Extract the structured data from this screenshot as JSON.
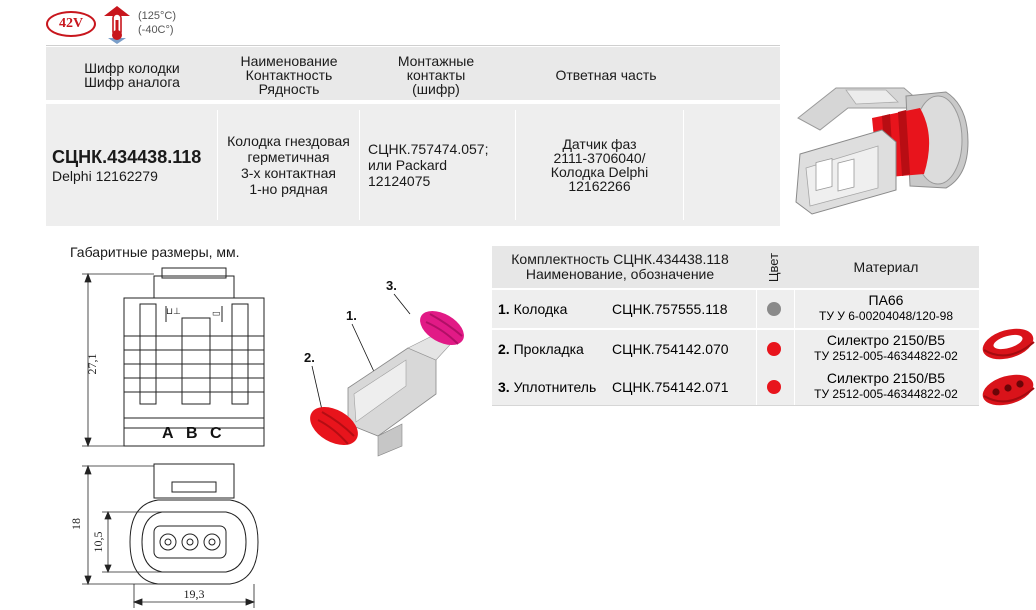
{
  "badge": {
    "voltage": "42V",
    "temp_high": "(125°C)",
    "temp_low": "(-40C°)"
  },
  "spec_table": {
    "headers": {
      "col1": [
        "Шифр колодки",
        "Шифр аналога"
      ],
      "col2": [
        "Наименование",
        "Контактность",
        "Рядность"
      ],
      "col3": [
        "Монтажные",
        "контакты",
        "(шифр)"
      ],
      "col4": [
        "Ответная часть"
      ]
    },
    "row": {
      "code": "СЦНК.434438.118",
      "analog": "Delphi 12162279",
      "description": [
        "Колодка гнездовая",
        "герметичная",
        "3-х контактная",
        "1-но рядная"
      ],
      "contacts": [
        "СЦНК.757474.057;",
        "или Packard",
        "12124075"
      ],
      "mate": [
        "Датчик фаз",
        "2111-3706040/",
        "Колодка Delphi",
        "12162266"
      ]
    }
  },
  "dims": {
    "title": "Габаритные размеры, мм.",
    "height": "27,1",
    "depth": "18",
    "inner": "10,5",
    "width": "19,3",
    "pins": [
      "A",
      "B",
      "C"
    ]
  },
  "exploded_labels": [
    "1.",
    "2.",
    "3."
  ],
  "kit_table": {
    "header": {
      "title_line1": "Комплектность СЦНК.434438.118",
      "title_line2": "Наименование, обозначение",
      "color": "Цвет",
      "material": "Материал"
    },
    "rows": [
      {
        "num": "1.",
        "name": "Колодка",
        "code": "СЦНК.757555.118",
        "color": "#8a8a8a",
        "material": "ПА66",
        "spec": "ТУ У 6-00204048/120-98"
      },
      {
        "num": "2.",
        "name": "Прокладка",
        "code": "СЦНК.754142.070",
        "color": "#e8141c",
        "material": "Силектро 2150/В5",
        "spec": "ТУ 2512-005-46344822-02"
      },
      {
        "num": "3.",
        "name": "Уплотнитель",
        "code": "СЦНК.754142.071",
        "color": "#e8141c",
        "material": "Силектро 2150/В5",
        "spec": "ТУ 2512-005-46344822-02"
      }
    ]
  }
}
